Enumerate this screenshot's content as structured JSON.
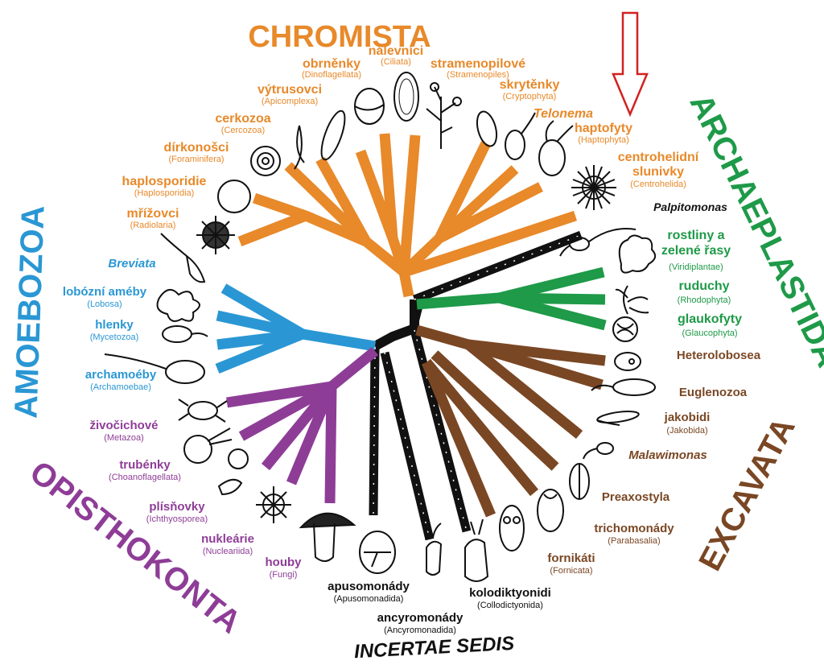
{
  "colors": {
    "chromista": "#e8892a",
    "archaeplastida": "#1e9a48",
    "excavata": "#7a4724",
    "opisthokonta": "#8e3d97",
    "amoebozoa": "#2a97d4",
    "incertae": "#111111",
    "arrow": "#d32020"
  },
  "supergroups": {
    "chromista": "CHROMISTA",
    "archaeplastida": "ARCHAEPLASTIDA",
    "excavata": "EXCAVATA",
    "opisthokonta": "OPISTHOKONTA",
    "amoebozoa": "AMOEBOZOA",
    "incertae": "INCERTAE SEDIS"
  },
  "taxa": {
    "chromista": [
      {
        "name": "nálevníci",
        "latin": "(Ciliata)"
      },
      {
        "name": "obrněnky",
        "latin": "(Dinoflagellata)"
      },
      {
        "name": "stramenopilové",
        "latin": "(Stramenopiles)"
      },
      {
        "name": "výtrusovci",
        "latin": "(Apicomplexa)"
      },
      {
        "name": "skrytěnky",
        "latin": "(Cryptophyta)"
      },
      {
        "name": "Telonema",
        "latin": ""
      },
      {
        "name": "cerkozoa",
        "latin": "(Cercozoa)"
      },
      {
        "name": "haptofyty",
        "latin": "(Haptophyta)"
      },
      {
        "name": "dírkonošci",
        "latin": "(Foraminifera)"
      },
      {
        "name": "centrohelidní slunivky",
        "latin": "(Centrohelida)"
      },
      {
        "name": "haplosporidie",
        "latin": "(Haplosporidia)"
      },
      {
        "name": "mřížovci",
        "latin": "(Radiolaria)"
      }
    ],
    "incertae": [
      {
        "name": "Palpitomonas",
        "latin": ""
      },
      {
        "name": "apusomonády",
        "latin": "(Apusomonadida)"
      },
      {
        "name": "kolodiktyonidi",
        "latin": "(Collodictyonida)"
      },
      {
        "name": "ancyromonády",
        "latin": "(Ancyromonadida)"
      }
    ],
    "archaeplastida": [
      {
        "name": "rostliny a",
        "name2": "zelené řasy",
        "latin": "(Viridiplantae)"
      },
      {
        "name": "ruduchy",
        "latin": "(Rhodophyta)"
      },
      {
        "name": "glaukofyty",
        "latin": "(Glaucophyta)"
      }
    ],
    "excavata": [
      {
        "name": "Heterolobosea",
        "latin": ""
      },
      {
        "name": "Euglenozoa",
        "latin": ""
      },
      {
        "name": "jakobidi",
        "latin": "(Jakobida)"
      },
      {
        "name": "Malawimonas",
        "latin": ""
      },
      {
        "name": "Preaxostyla",
        "latin": ""
      },
      {
        "name": "trichomonády",
        "latin": "(Parabasalia)"
      },
      {
        "name": "fornikáti",
        "latin": "(Fornicata)"
      }
    ],
    "amoebozoa": [
      {
        "name": "Breviata",
        "latin": ""
      },
      {
        "name": "lobózní améby",
        "latin": "(Lobosa)"
      },
      {
        "name": "hlenky",
        "latin": "(Mycetozoa)"
      },
      {
        "name": "archamoéby",
        "latin": "(Archamoebae)"
      }
    ],
    "opisthokonta": [
      {
        "name": "živočichové",
        "latin": "(Metazoa)"
      },
      {
        "name": "trubénky",
        "latin": "(Choanoflagellata)"
      },
      {
        "name": "plísňovky",
        "latin": "(Ichthyosporea)"
      },
      {
        "name": "nukleárie",
        "latin": "(Nucleariida)"
      },
      {
        "name": "houby",
        "latin": "(Fungi)"
      }
    ]
  }
}
